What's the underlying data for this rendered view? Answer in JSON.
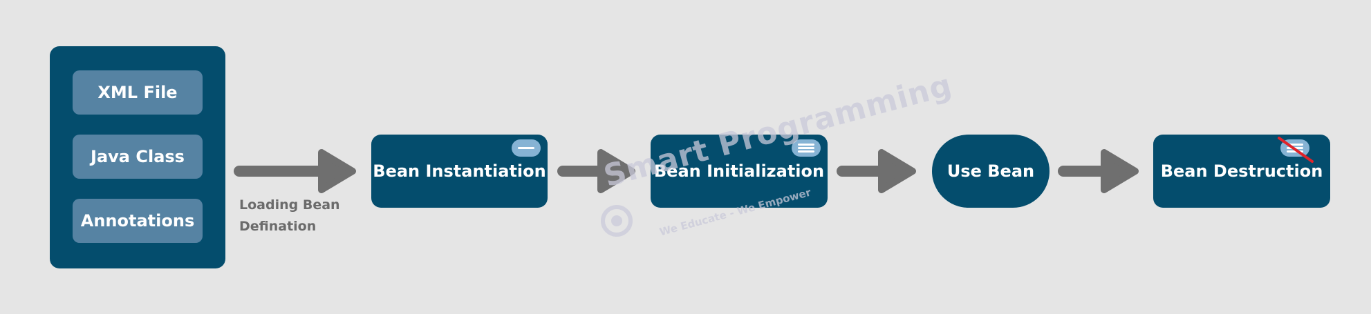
{
  "sources": {
    "items": [
      "XML File",
      "Java Class",
      "Annotations"
    ]
  },
  "loading_label": "Loading Bean Defination",
  "stages": [
    {
      "label": "Bean Instantiation",
      "badge": "minus-badge-icon"
    },
    {
      "label": "Bean Initialization",
      "badge": "menu-badge-icon"
    },
    {
      "label": "Use Bean",
      "badge": ""
    },
    {
      "label": "Bean Destruction",
      "badge": "crossed-menu-badge-icon"
    }
  ],
  "watermark": {
    "brand": "Smart Programming",
    "tagline": "We Educate - We Empower"
  },
  "colors": {
    "background": "#e5e5e5",
    "box": "#044d6d",
    "source_item": "#5683a3",
    "arrow": "#6f6f6f",
    "badge": "#86b3d4",
    "cross": "#e0242a",
    "label_text": "#6b6b6b"
  }
}
